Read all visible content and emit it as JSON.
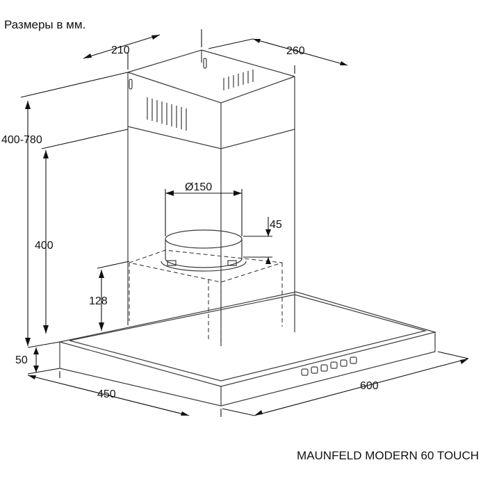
{
  "header": {
    "units_note": "Размеры в мм."
  },
  "footer": {
    "model_name": "MAUNFELD MODERN 60 TOUCH"
  },
  "dimensions": {
    "chimney_depth": "210",
    "chimney_width": "260",
    "total_height": "400-780",
    "chimney_height": "400",
    "outlet_diameter": "Ø150",
    "outlet_height": "45",
    "motor_box_height": "128",
    "canopy_thickness": "50",
    "canopy_depth": "450",
    "canopy_width": "600"
  },
  "control_panel": {
    "button_count": 6
  }
}
